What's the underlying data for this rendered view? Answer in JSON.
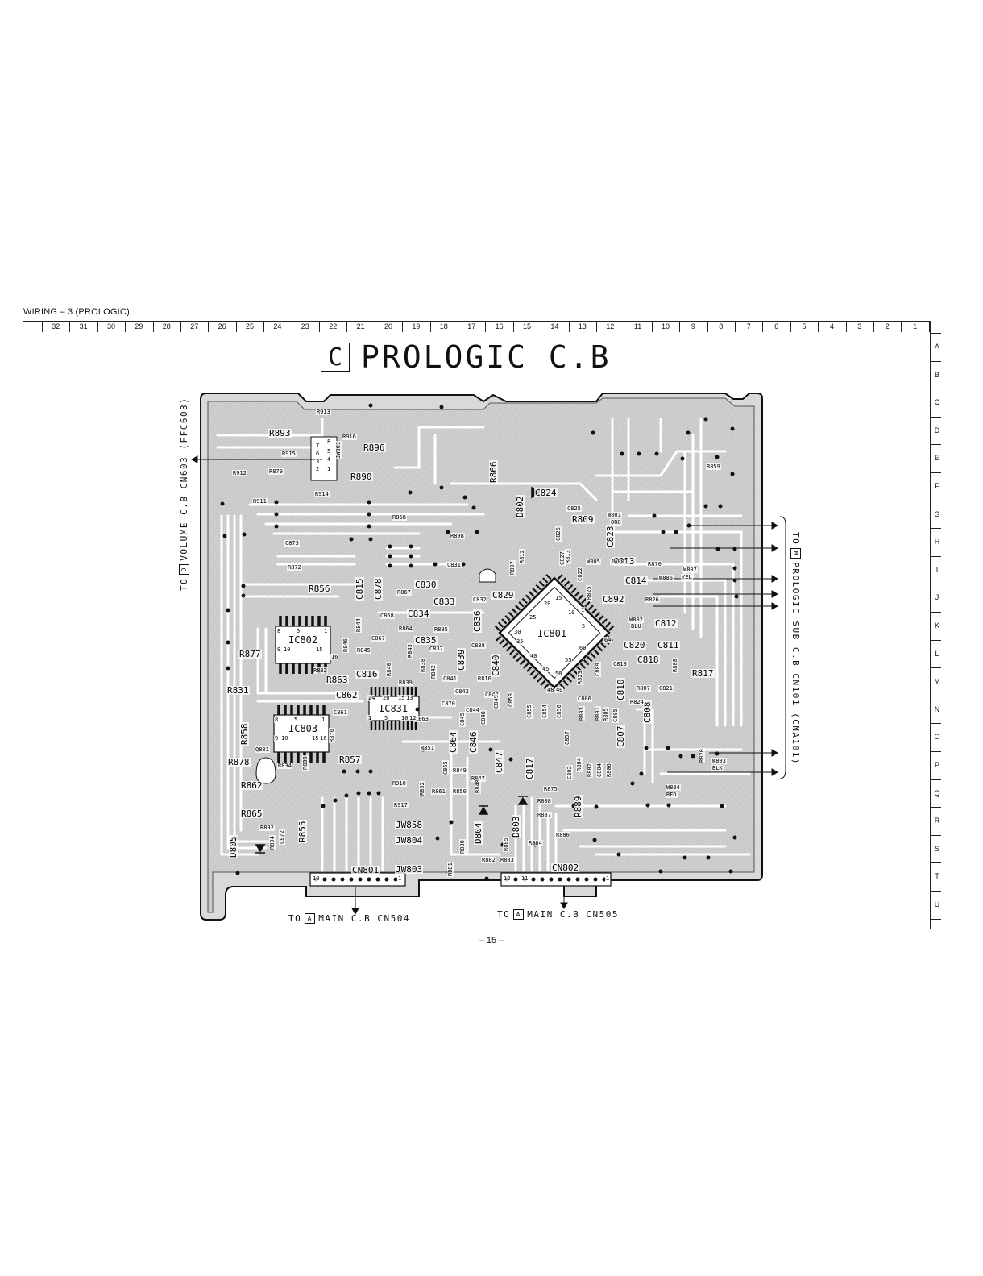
{
  "header": {
    "title": "WIRING – 3  (PROLOGIC)"
  },
  "columns": [
    "32",
    "31",
    "30",
    "29",
    "28",
    "27",
    "26",
    "25",
    "24",
    "23",
    "22",
    "21",
    "20",
    "19",
    "18",
    "17",
    "16",
    "15",
    "14",
    "13",
    "12",
    "11",
    "10",
    "9",
    "8",
    "7",
    "6",
    "5",
    "4",
    "3",
    "2",
    "1"
  ],
  "rows": [
    "A",
    "B",
    "C",
    "D",
    "E",
    "F",
    "G",
    "H",
    "I",
    "J",
    "K",
    "L",
    "M",
    "N",
    "O",
    "P",
    "Q",
    "R",
    "S",
    "T",
    "U"
  ],
  "board": {
    "letter": "C",
    "name": "PROLOGIC C.B"
  },
  "connectors": {
    "left": {
      "prefix": "TO",
      "box": "D",
      "text": "VOLUME C.B CN603 (FFC603)"
    },
    "right": {
      "prefix": "TO",
      "box": "M",
      "text": "PROLOGIC SUB C.B  CN101  (CNA101)"
    },
    "bottom_left": {
      "prefix": "TO",
      "box": "A",
      "text": "MAIN C.B CN504"
    },
    "bottom_right": {
      "prefix": "TO",
      "box": "A",
      "text": "MAIN C.B CN505"
    }
  },
  "ics": [
    "IC801",
    "IC802",
    "IC803",
    "IC831"
  ],
  "components": {
    "r893": "R893",
    "r896": "R896",
    "r890": "R890",
    "r912": "R912",
    "r911": "R911",
    "r879": "R879",
    "r914": "R914",
    "r915": "R915",
    "r916": "R916",
    "r913": "R913",
    "r866": "R866",
    "r868": "R868",
    "r898": "R898",
    "r872": "R872",
    "c873": "C873",
    "r856": "R856",
    "r877": "R877",
    "r831": "R831",
    "r858": "R858",
    "r878": "R878",
    "r862": "R862",
    "r865": "R865",
    "r855": "R855",
    "r857": "R857",
    "r863": "R863",
    "r832": "R832",
    "c815": "C815",
    "c878": "C878",
    "c830": "C830",
    "c833": "C833",
    "c834": "C834",
    "c835": "C835",
    "c836": "C836",
    "c816": "C816",
    "c862": "C862",
    "c839": "C839",
    "c840": "C840",
    "c831": "C831",
    "c829": "C829",
    "c832": "C832",
    "c824": "C824",
    "c825": "C825",
    "d802": "D802",
    "r809": "R809",
    "c823": "C823",
    "c813": "C813",
    "c814": "C814",
    "c892": "C892",
    "c812": "C812",
    "c820": "C820",
    "c811": "C811",
    "c818": "C818",
    "r817": "R817",
    "c810": "C810",
    "c808": "C808",
    "c807": "C807",
    "c847": "C847",
    "c846": "C846",
    "c864": "C864",
    "c817": "C817",
    "d804": "D804",
    "d803": "D803",
    "d805": "D805",
    "q801": "Q801",
    "r889": "R889",
    "r875": "R875",
    "r888": "R888",
    "r887": "R887",
    "r886": "R886",
    "r884": "R884",
    "r882": "R882",
    "r883": "R883",
    "r881": "R881",
    "r880": "R880",
    "r910": "R910",
    "r917": "R917",
    "jw858": "JW858",
    "jw804": "JW804",
    "jw803": "JW803",
    "cn801": "CN801",
    "cn802": "CN802",
    "r851": "R851",
    "r852": "R852",
    "r850": "R850",
    "r861": "R861",
    "r849": "R849",
    "r859": "R859",
    "r870": "R870",
    "r826": "R826",
    "r807": "R807",
    "c821": "C821",
    "r824": "R824",
    "r820": "R820",
    "w801": "W801",
    "w801c": "ORG",
    "w802": "W802",
    "w802c": "BLU",
    "w803": "W803",
    "w803c": "BLK",
    "w804": "W804",
    "w804c": "RED",
    "w805": "W805",
    "w806": "W806",
    "w807": "W807",
    "w807c": "YEL",
    "r895": "R895",
    "c837": "C837",
    "c838": "C838",
    "r864": "R864",
    "c867": "C867",
    "c868": "C868",
    "r867": "R867",
    "r845": "R845",
    "r846": "R846",
    "r844": "R844",
    "r843": "R843",
    "r842": "R842",
    "r840": "R840",
    "r839": "R839",
    "r838": "R838",
    "c841": "C841",
    "c842": "C842",
    "c843": "C843",
    "c844": "C844",
    "c845": "C845",
    "c848": "C848",
    "c849": "C849",
    "c850": "C850",
    "c855": "C855",
    "c854": "C854",
    "c856": "C856",
    "c857": "C857",
    "r816": "R816",
    "r876": "R876",
    "c861": "C861",
    "c863": "C863",
    "r834": "R834",
    "r835": "R835",
    "r892": "R892",
    "r894": "R894",
    "c872": "C872",
    "c806": "C806",
    "c809": "C809",
    "c819": "C819",
    "r808": "R808",
    "c802": "C802",
    "r801": "R801",
    "r802": "R802",
    "r803": "R803",
    "r804": "R804",
    "r805": "R805",
    "r806": "R806",
    "c804": "C804",
    "c805": "C805",
    "r823": "R823",
    "c822": "C822",
    "r825": "R825",
    "c826": "C826",
    "c827": "C827",
    "r813": "R813",
    "r812": "R812",
    "r897": "R897",
    "c870": "C870",
    "c865": "C865",
    "r847": "R847",
    "r848": "R848",
    "r885": "R885",
    "jw801": "JW801",
    "jw801b": "JW801"
  },
  "pins": {
    "p25": "25",
    "p20": "20",
    "p15": "15",
    "p10": "10",
    "p5": "5",
    "p30": "30",
    "p35": "35",
    "p40": "40",
    "p45": "45",
    "p50": "50",
    "p55": "55",
    "p60": "60",
    "p64": "64",
    "p1": "1",
    "p48": "48",
    "p49": "49",
    "ic802_8": "8",
    "ic802_5": "5",
    "ic802_1": "1",
    "ic802_9": "9",
    "ic802_10": "10",
    "ic802_15": "15",
    "ic802_16": "16",
    "ic803_8": "8",
    "ic803_5": "5",
    "ic803_1": "1",
    "ic803_9": "9",
    "ic803_10": "10",
    "ic803_15": "15",
    "ic803_16": "16",
    "ic831_24": "24",
    "ic831_20": "20",
    "ic831_15": "15",
    "ic831_13": "13",
    "ic831_1": "1",
    "ic831_5": "5",
    "ic831_10": "10",
    "ic831_12": "12",
    "cn801_10": "10",
    "cn801_1": "1",
    "cn802_12": "12",
    "cn802_11": "11",
    "cn802_1": "1",
    "jw_8": "8",
    "jw_7": "7",
    "jw_6": "6",
    "jw_5": "5",
    "jw_4": "4",
    "jw_3": "3",
    "jw_2": "2",
    "jw_1": "1"
  },
  "footer": {
    "page": "– 15 –"
  }
}
